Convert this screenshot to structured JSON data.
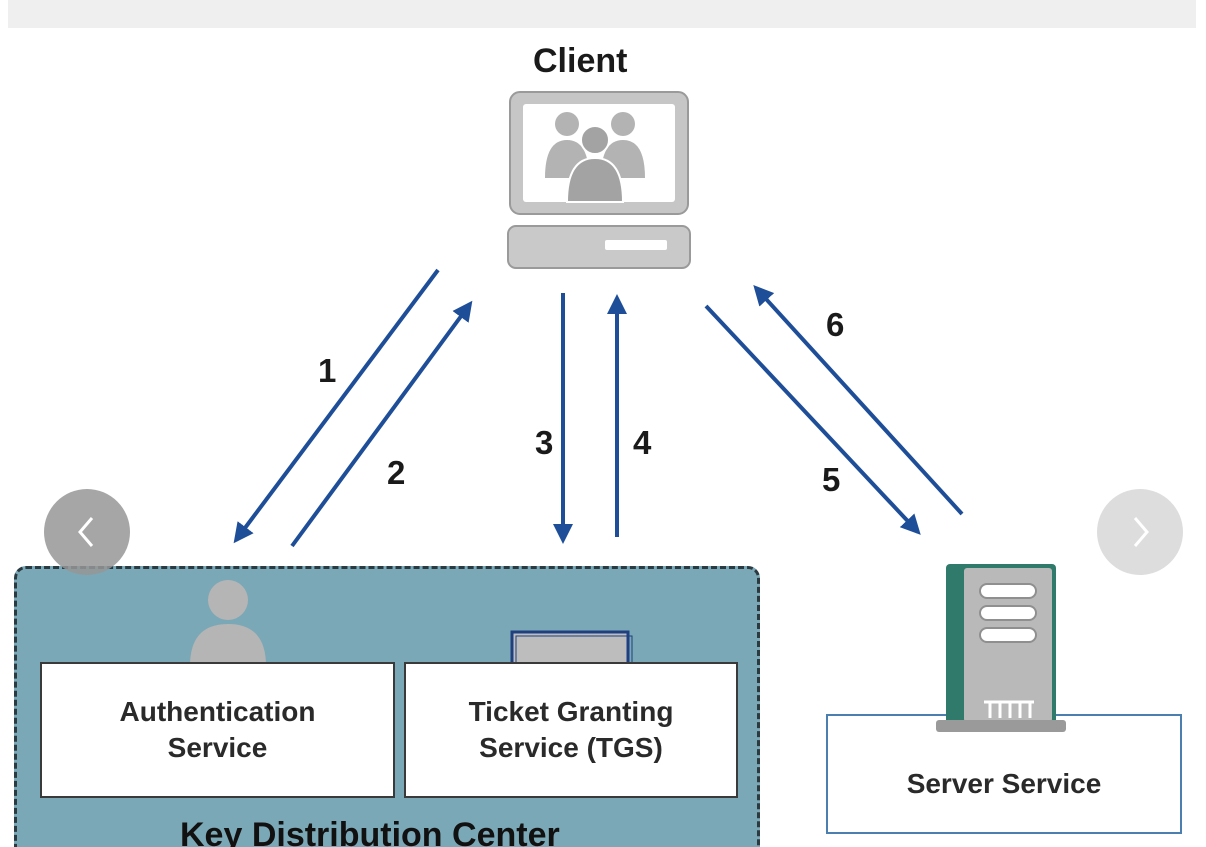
{
  "client": {
    "label": "Client"
  },
  "steps": [
    "1",
    "2",
    "3",
    "4",
    "5",
    "6"
  ],
  "kdc": {
    "label": "Key Distribution Center",
    "authentication_service": {
      "line1": "Authentication",
      "line2": "Service"
    },
    "ticket_granting_service": {
      "line1": "Ticket Granting",
      "line2": "Service (TGS)"
    }
  },
  "server": {
    "label": "Server Service"
  },
  "carousel": {
    "prev_icon": "chevron-left-icon",
    "next_icon": "chevron-right-icon"
  },
  "colors": {
    "arrow": "#1f4e99",
    "kdc_fill": "#7aa8b6",
    "icon_gray": "#b7b7b7",
    "server_teal": "#2f7a6a"
  }
}
